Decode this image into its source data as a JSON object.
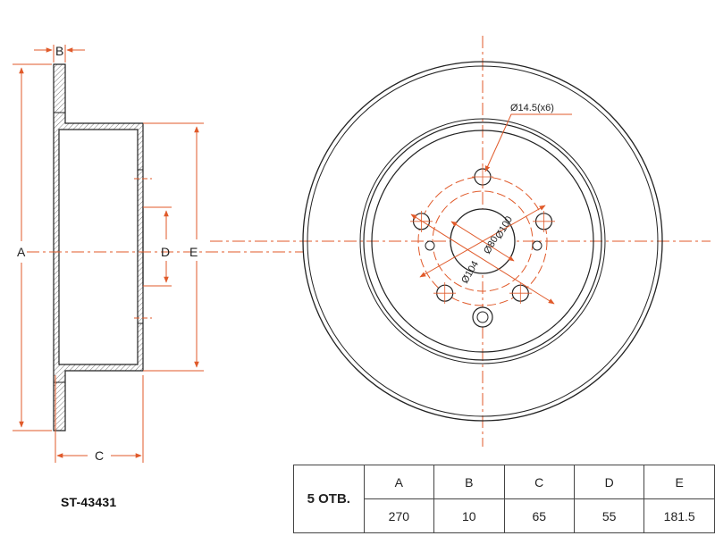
{
  "drawing": {
    "dimension_letters": {
      "a": "A",
      "b": "B",
      "c": "C",
      "d": "D",
      "e": "E"
    },
    "callouts": {
      "hole_callout": "Ø14.5(x6)",
      "center_bore": "Ø80",
      "inner_circle": "Ø100",
      "bolt_circle": "Ø104"
    },
    "colors": {
      "dimension": "#e05a2a",
      "outline": "#222222"
    }
  },
  "part_number": "ST-43431",
  "spec_table": {
    "holes_label": "5 ОТВ.",
    "columns": [
      "A",
      "B",
      "C",
      "D",
      "E"
    ],
    "values": [
      "270",
      "10",
      "65",
      "55",
      "181.5"
    ]
  }
}
